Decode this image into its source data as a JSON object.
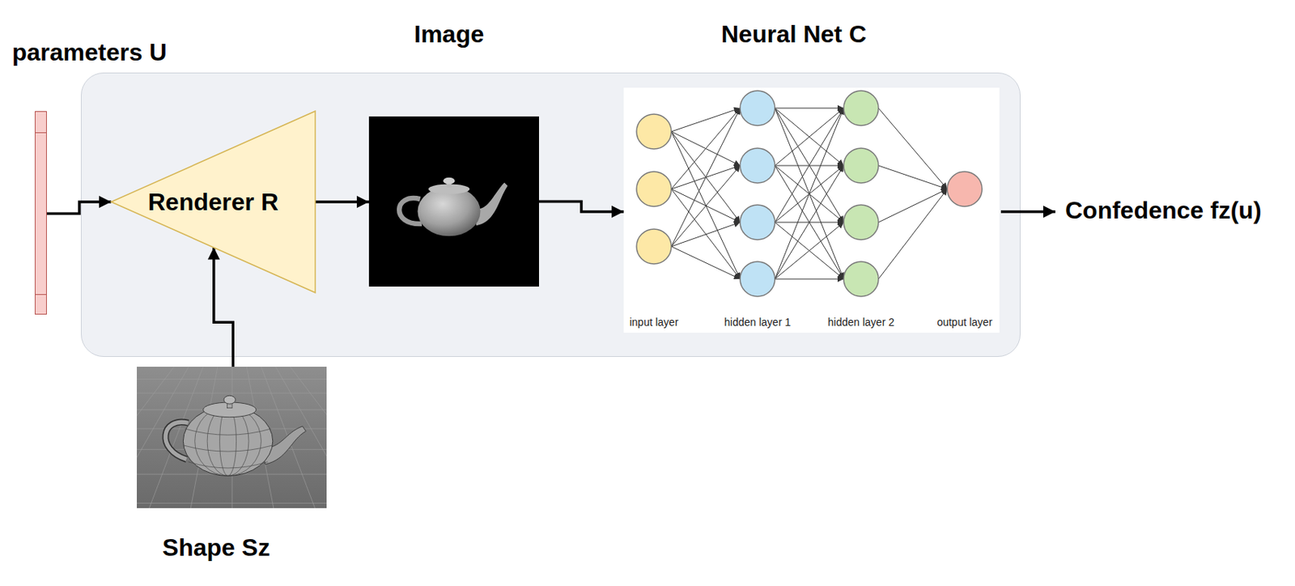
{
  "diagram": {
    "nodes": [
      {
        "text": [
          "parameters U"
        ]
      },
      {
        "text": [
          "Renderer R"
        ]
      },
      {
        "text": [
          "Image"
        ]
      },
      {
        "text": [
          "Neural Net C"
        ]
      },
      {
        "text": [
          "Shape Sz"
        ]
      }
    ],
    "edges": [
      {
        "from": 0,
        "to": 1,
        "arrow": "to"
      },
      {
        "from": 4,
        "to": 1,
        "arrow": "to"
      },
      {
        "from": 1,
        "to": 2,
        "arrow": "to"
      },
      {
        "from": 2,
        "to": 3,
        "arrow": "to"
      }
    ],
    "labels": [
      "input layer",
      "hidden layer 1",
      "hidden layer 2",
      "output layer",
      "Confedence fz(u)"
    ]
  }
}
